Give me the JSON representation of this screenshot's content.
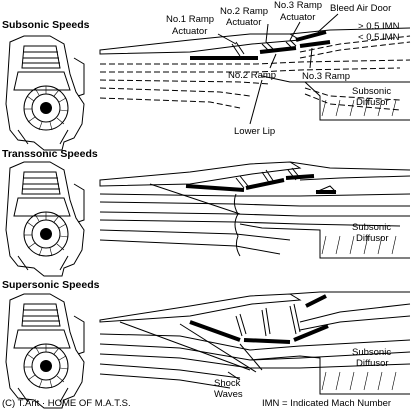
{
  "panels": [
    {
      "heading": "Subsonic Speeds",
      "labels": {
        "ramp1_actuator_line1": "No.1 Ramp",
        "ramp1_actuator_line2": "Actuator",
        "ramp2_actuator_line1": "No.2 Ramp",
        "ramp2_actuator_line2": "Actuator",
        "ramp3_actuator_line1": "No.3 Ramp",
        "ramp3_actuator_line2": "Actuator",
        "bleed_air_door": "Bleed Air Door",
        "imn_low": "0.5 IMN",
        "imn_high": "0.5 IMN",
        "no2_ramp": "No.2 Ramp",
        "no3_ramp": "No.3 Ramp",
        "subsonic_line1": "Subsonic",
        "subsonic_line2": "Diffusor",
        "lower_lip": "Lower Lip"
      }
    },
    {
      "heading": "Transsonic Speeds",
      "labels": {
        "subsonic_line1": "Subsonic",
        "subsonic_line2": "Diffusor"
      }
    },
    {
      "heading": "Supersonic Speeds",
      "labels": {
        "subsonic_line1": "Subsonic",
        "subsonic_line2": "Diffusor",
        "shock_line1": "Shock",
        "shock_line2": "Waves"
      }
    }
  ],
  "footer": {
    "copyright": "(C) T.Arit · HOME OF M.A.T.S.",
    "legend": "IMN = Indicated Mach Number"
  }
}
